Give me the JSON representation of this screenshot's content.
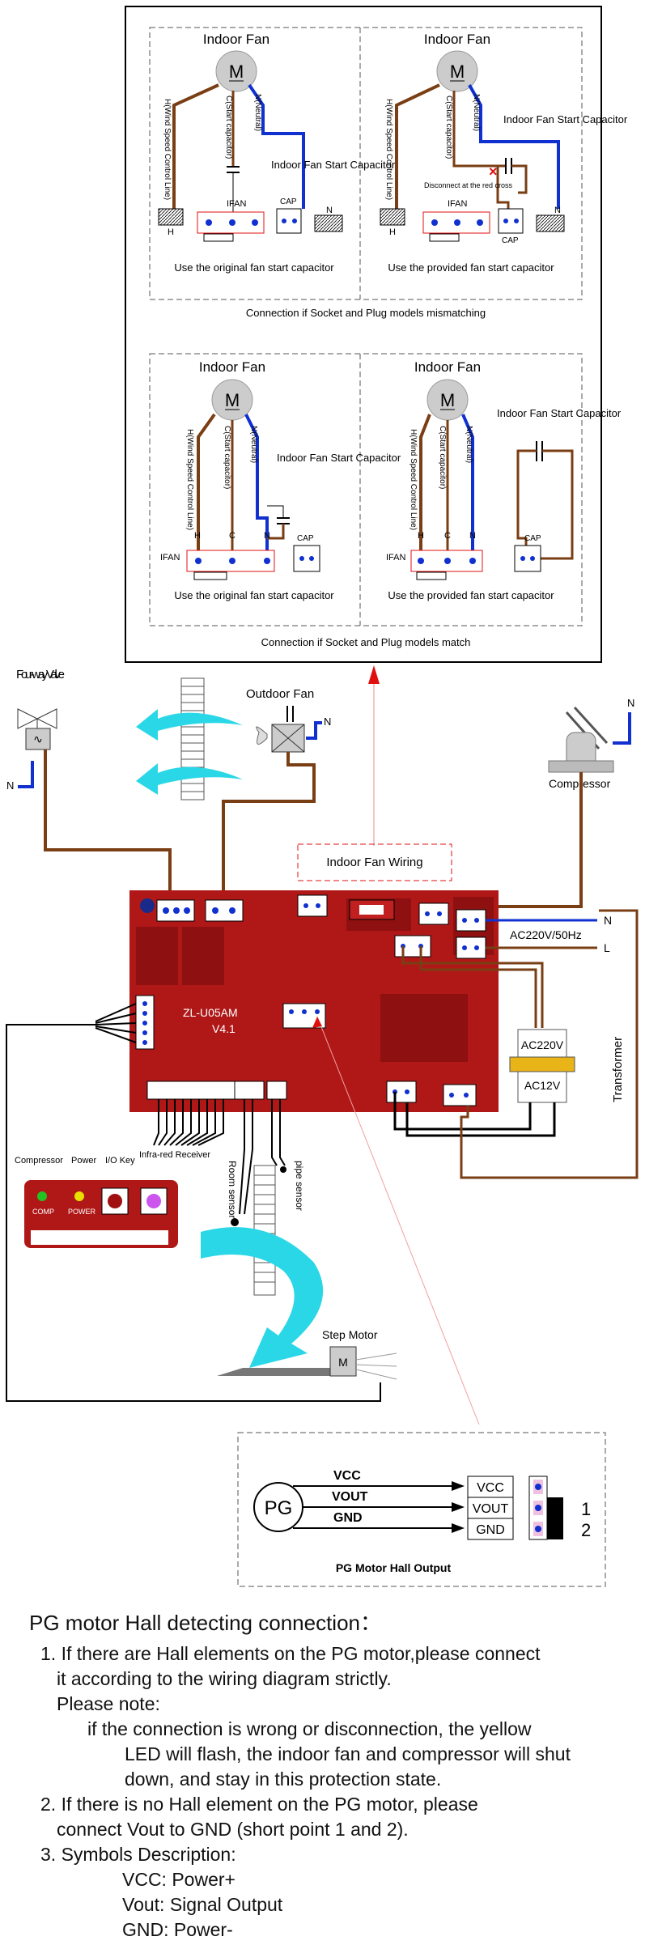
{
  "panels": {
    "top_left": {
      "title": "Indoor Fan",
      "fan_letter": "M",
      "label_h": "H(Wind Speed Control Line)",
      "label_c": "C(Start capacitor)",
      "label_n": "N(Neutral)",
      "cap_label": "Indoor Fan Start Capacitor",
      "socket_label": "IFAN",
      "cap_socket": "CAP",
      "pin_h": "H",
      "pin_n": "N",
      "caption": "Use the original fan start capacitor"
    },
    "top_right": {
      "title": "Indoor Fan",
      "fan_letter": "M",
      "label_h": "H(Wind Speed Control Line)",
      "label_c": "C(Start capacitor)",
      "label_n": "N(Neutral)",
      "cap_label": "Indoor Fan Start Capacitor",
      "disconnect": "Disconnect at the red cross",
      "socket_label": "IFAN",
      "cap_socket": "CAP",
      "pin_h": "H",
      "pin_n": "N",
      "caption": "Use the provided fan start capacitor"
    },
    "top_caption": "Connection if Socket and Plug models mismatching",
    "bottom_left": {
      "title": "Indoor Fan",
      "fan_letter": "M",
      "label_h": "H(Wind Speed Control Line)",
      "label_c": "C(Start capacitor)",
      "label_n": "N(Neutral)",
      "cap_label": "Indoor Fan Start Capacitor",
      "socket_label": "IFAN",
      "cap_socket": "CAP",
      "pin_h": "H",
      "pin_c": "C",
      "pin_n": "N",
      "caption": "Use the original fan start capacitor"
    },
    "bottom_right": {
      "title": "Indoor Fan",
      "fan_letter": "M",
      "label_h": "H(Wind Speed Control Line)",
      "label_c": "C(Start capacitor)",
      "label_n": "N(Neutral)",
      "cap_label": "Indoor Fan Start Capacitor",
      "socket_label": "IFAN",
      "cap_socket": "CAP",
      "pin_h": "H",
      "pin_c": "C",
      "pin_n": "N",
      "caption": "Use the provided fan start capacitor"
    },
    "bottom_caption": "Connection if Socket and Plug models match"
  },
  "components": {
    "four_way_valve": "Four-way Valve",
    "outdoor_fan": "Outdoor Fan",
    "compressor": "Compressor",
    "indoor_fan_wiring": "Indoor Fan Wiring",
    "power_input": "AC220V/50Hz",
    "n_label": "N",
    "l_label": "L",
    "transformer": "Transformer",
    "transformer_primary": "AC220V",
    "transformer_secondary": "AC12V",
    "board_model": "ZL-U05AM",
    "board_version": "V4.1",
    "room_sensor": "Room sensor",
    "pipe_sensor": "pipe sensor",
    "step_motor": "Step Motor",
    "step_motor_letter": "M"
  },
  "display_board": {
    "compressor": "Compressor",
    "power": "Power",
    "io_key": "I/O Key",
    "ir_receiver": "Infra-red Receiver",
    "comp_led": "COMP",
    "power_led": "POWER"
  },
  "pg_box": {
    "pg": "PG",
    "vcc": "VCC",
    "vout": "VOUT",
    "gnd": "GND",
    "point1": "1",
    "point2": "2",
    "caption": "PG Motor Hall Output"
  },
  "notes": {
    "heading": "PG motor Hall detecting connection：",
    "item1_line1": "1. If there are Hall elements on the PG motor,please connect",
    "item1_line2": "it according to the wiring diagram strictly.",
    "please_note": "Please note:",
    "note_line1": "if the connection is wrong or disconnection, the yellow",
    "note_line2": "LED will flash, the indoor fan and compressor will shut",
    "note_line3": "down, and stay in this protection state.",
    "item2_line1": "2. If there is no Hall element on the PG motor, please",
    "item2_line2": "connect Vout to GND (short point 1 and 2).",
    "item3": "3. Symbols Description:",
    "sym_vcc": "VCC: Power+",
    "sym_vout": "Vout: Signal Output",
    "sym_gnd": "GND: Power-"
  },
  "colors": {
    "board": "#b01818",
    "wire_brown": "#7a3e14",
    "wire_blue": "#1030d0",
    "wire_black": "#111111",
    "cyan": "#2ad7e6",
    "pcb_dark": "#8e1010",
    "led_green": "#22c322",
    "led_yellow": "#e8e000",
    "red_arrow": "#e01010"
  }
}
